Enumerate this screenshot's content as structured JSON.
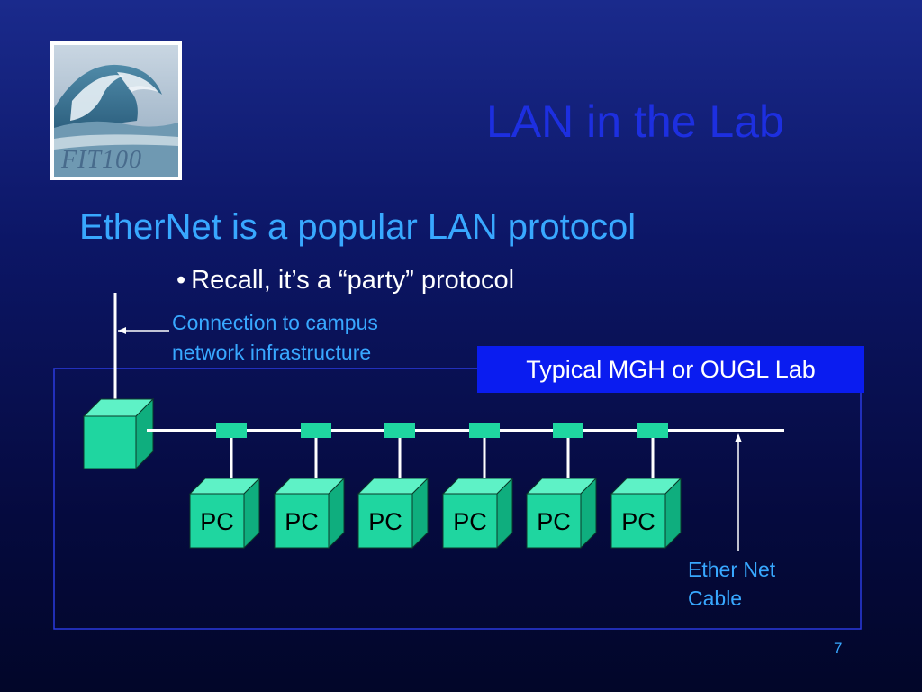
{
  "slide": {
    "title": "LAN in the Lab",
    "heading": "EtherNet is a popular LAN protocol",
    "bullet": "Recall, it’s a “party” protocol",
    "bullet_marker": "•",
    "page_number": "7"
  },
  "logo": {
    "text": "FIT100",
    "icon": "wave-image"
  },
  "diagram": {
    "campus_connection_label": [
      "Connection to campus",
      "network infrastructure"
    ],
    "lab_label": "Typical MGH or OUGL Lab",
    "cable_label": [
      "Ether Net",
      "Cable"
    ],
    "pcs": [
      "PC",
      "PC",
      "PC",
      "PC",
      "PC",
      "PC"
    ],
    "colors": {
      "device_front": "#1fd6a0",
      "device_top": "#5ef2c6",
      "device_side": "#0fae7e",
      "cable": "#ffffff",
      "lab_label_bg": "#0a1cf0",
      "lab_border": "#2a3adf"
    }
  },
  "colors": {
    "title": "#1d2fe0",
    "heading": "#38a8ff",
    "bullet": "#ffffff"
  }
}
